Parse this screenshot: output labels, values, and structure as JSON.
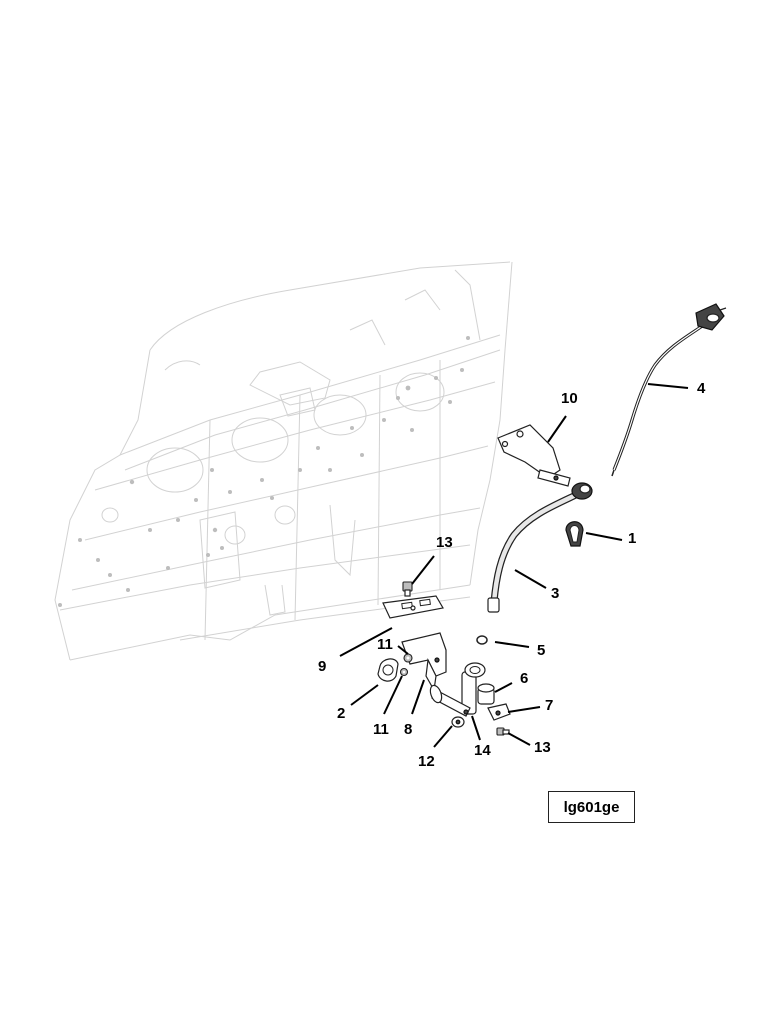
{
  "callouts": {
    "c1": "1",
    "c2": "2",
    "c3": "3",
    "c4": "4",
    "c5": "5",
    "c6": "6",
    "c7": "7",
    "c8": "8",
    "c9": "9",
    "c10": "10",
    "c11a": "11",
    "c11b": "11",
    "c12": "12",
    "c13a": "13",
    "c13b": "13",
    "c14": "14"
  },
  "reference_code": "lg601ge"
}
